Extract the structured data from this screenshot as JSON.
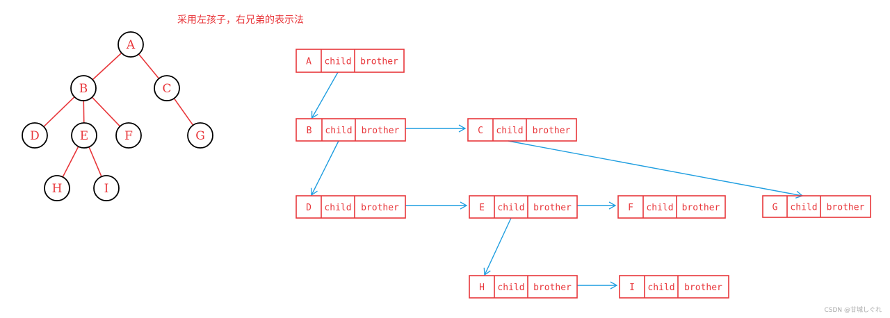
{
  "caption": "采用左孩子，右兄弟的表示法",
  "watermark": "CSDN @甘城しぐれ",
  "colors": {
    "tree": "#e8363a",
    "arrow": "#1f9ee0",
    "outline": "#000000",
    "caption": "#e8363a"
  },
  "tree": {
    "nodes": [
      "A",
      "B",
      "C",
      "D",
      "E",
      "F",
      "G",
      "H",
      "I"
    ],
    "edges": [
      [
        "A",
        "B"
      ],
      [
        "A",
        "C"
      ],
      [
        "B",
        "D"
      ],
      [
        "B",
        "E"
      ],
      [
        "B",
        "F"
      ],
      [
        "C",
        "G"
      ],
      [
        "E",
        "H"
      ],
      [
        "E",
        "I"
      ]
    ]
  },
  "representation": {
    "fields": [
      "child",
      "brother"
    ],
    "records": [
      "A",
      "B",
      "C",
      "D",
      "E",
      "F",
      "G",
      "H",
      "I"
    ],
    "child_links": [
      [
        "A",
        "B"
      ],
      [
        "B",
        "D"
      ],
      [
        "E",
        "H"
      ]
    ],
    "brother_links": [
      [
        "B",
        "C"
      ],
      [
        "D",
        "E"
      ],
      [
        "E",
        "F"
      ],
      [
        "C",
        "G"
      ],
      [
        "H",
        "I"
      ]
    ]
  }
}
